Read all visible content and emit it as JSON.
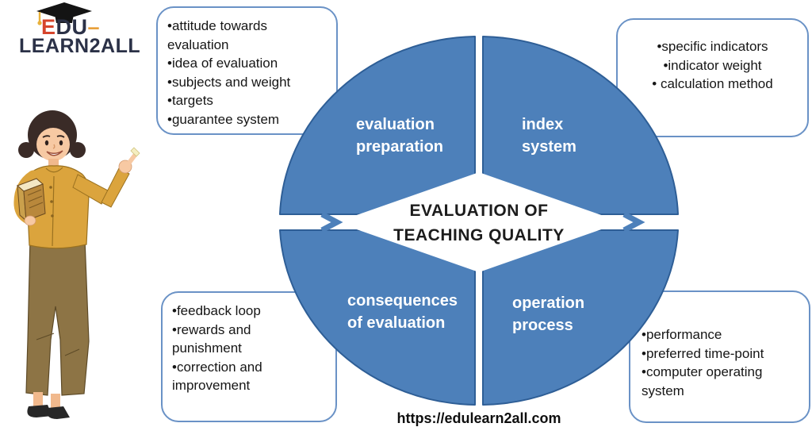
{
  "logo": {
    "line1_e": "E",
    "line1_rest": "DU",
    "line1_dash": "–",
    "line2": "LEARN2ALL"
  },
  "icons": {
    "logo_cap": "graduation-cap",
    "diamond_gap_left": "right-chevron",
    "diamond_gap_right": "right-chevron"
  },
  "colors": {
    "quadrant_fill": "#4d80ba",
    "quadrant_stroke": "#2e5e96",
    "box_border": "#6a92c6",
    "brand_navy": "#2b3147",
    "brand_red": "#d6452c",
    "brand_gold": "#e8a13c"
  },
  "diagram": {
    "center": {
      "line1": "EVALUATION OF",
      "line2": "TEACHING QUALITY"
    },
    "quadrants": {
      "top_left": {
        "line1": "evaluation",
        "line2": "preparation"
      },
      "top_right": {
        "line1": "index",
        "line2": "system"
      },
      "bottom_left": {
        "line1": "consequences",
        "line2": "of evaluation"
      },
      "bottom_right": {
        "line1": "operation",
        "line2": "process"
      }
    }
  },
  "boxes": {
    "top_left": {
      "lines": [
        "•attitude towards",
        "evaluation",
        "•idea of evaluation",
        "•subjects and weight",
        "•targets",
        "•guarantee system"
      ]
    },
    "top_right": {
      "lines": [
        "•specific indicators",
        "•indicator weight",
        "• calculation method"
      ]
    },
    "bottom_left": {
      "lines": [
        "•feedback loop",
        "•rewards and",
        "punishment",
        "•correction and",
        "improvement"
      ]
    },
    "bottom_right": {
      "lines": [
        "•performance",
        "•preferred time-point",
        "•computer operating",
        "system"
      ]
    }
  },
  "footer": {
    "url": "https://edulearn2all.com"
  }
}
